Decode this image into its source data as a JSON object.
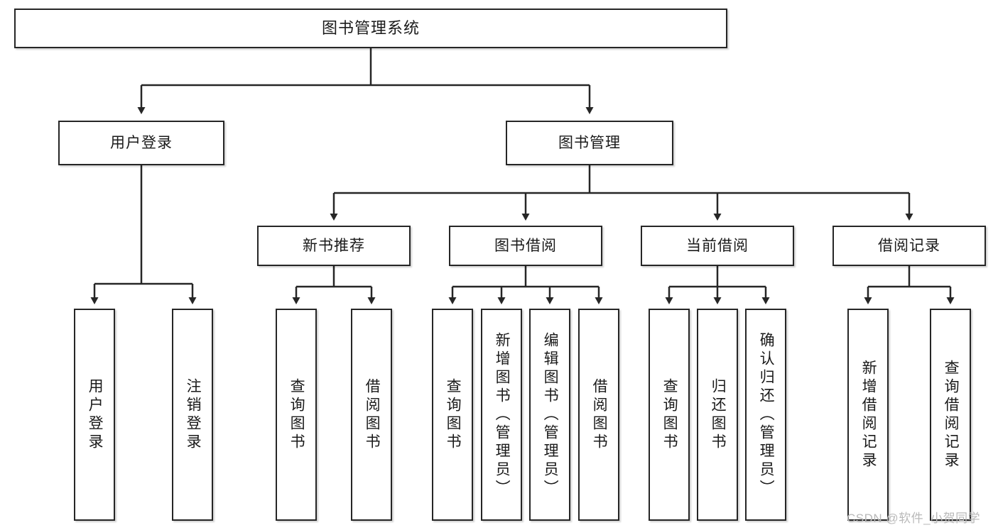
{
  "diagram": {
    "title": "图书管理系统",
    "type": "tree-hierarchy",
    "orientation": "top-down",
    "colors": {
      "box_border": "#262626",
      "box_fill": "#ffffff",
      "connector": "#262626",
      "text": "#1a1a1a",
      "watermark": "#b9b9b9"
    },
    "root": {
      "label": "图书管理系统"
    },
    "level2": [
      {
        "label": "用户登录"
      },
      {
        "label": "图书管理"
      }
    ],
    "level3": [
      {
        "label": "新书推荐"
      },
      {
        "label": "图书借阅"
      },
      {
        "label": "当前借阅"
      },
      {
        "label": "借阅记录"
      }
    ],
    "leaves": {
      "user_login": [
        {
          "label": "用户登录"
        },
        {
          "label": "注销登录"
        }
      ],
      "new_book_recommend": [
        {
          "label": "查询图书"
        },
        {
          "label": "借阅图书"
        }
      ],
      "book_borrow": [
        {
          "label": "查询图书"
        },
        {
          "label": "新增图书（管理员）"
        },
        {
          "label": "编辑图书（管理员）"
        },
        {
          "label": "借阅图书"
        }
      ],
      "current_borrow": [
        {
          "label": "查询图书"
        },
        {
          "label": "归还图书"
        },
        {
          "label": "确认归还（管理员）"
        }
      ],
      "borrow_records": [
        {
          "label": "新增借阅记录"
        },
        {
          "label": "查询借阅记录"
        }
      ]
    }
  },
  "watermark": {
    "text": "CSDN @软件_小贺同学"
  }
}
